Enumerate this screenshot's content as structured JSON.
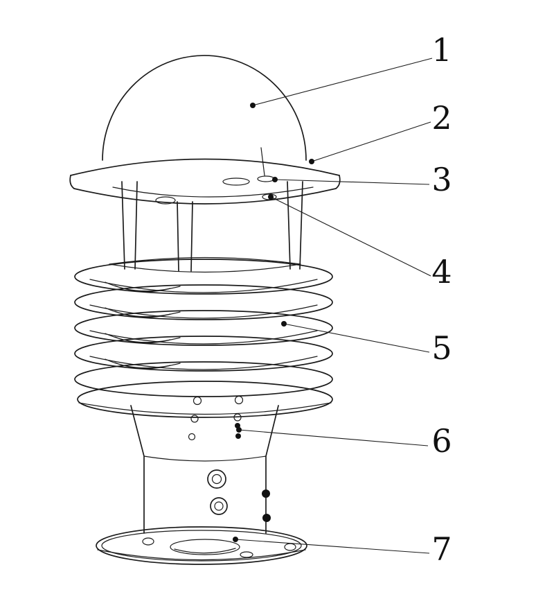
{
  "figure": {
    "background": "#ffffff",
    "line_color": "#1b1b1b",
    "type": "technical-line-drawing"
  },
  "callouts": [
    {
      "label": "1"
    },
    {
      "label": "2"
    },
    {
      "label": "3"
    },
    {
      "label": "4"
    },
    {
      "label": "5"
    },
    {
      "label": "6"
    },
    {
      "label": "7"
    }
  ]
}
